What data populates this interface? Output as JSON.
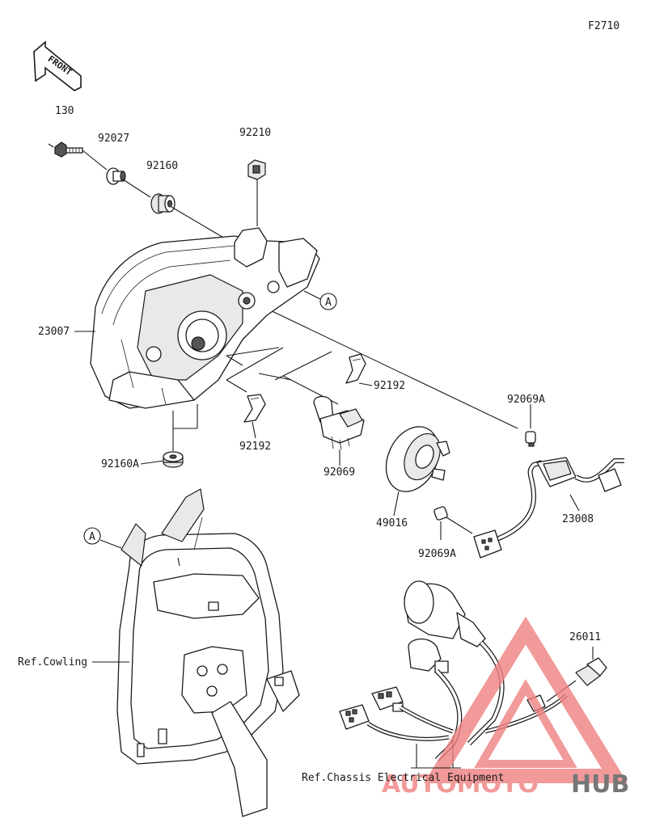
{
  "figure_code": "F2710",
  "front_badge": "FRONT",
  "callouts": [
    {
      "id": "p130",
      "text": "130"
    },
    {
      "id": "p92027",
      "text": "92027"
    },
    {
      "id": "p92160",
      "text": "92160"
    },
    {
      "id": "p92210",
      "text": "92210"
    },
    {
      "id": "p23007",
      "text": "23007"
    },
    {
      "id": "p92192a",
      "text": "92192"
    },
    {
      "id": "p92192b",
      "text": "92192"
    },
    {
      "id": "p92160A",
      "text": "92160A"
    },
    {
      "id": "p92069",
      "text": "92069"
    },
    {
      "id": "p49016",
      "text": "49016"
    },
    {
      "id": "p92069A1",
      "text": "92069A"
    },
    {
      "id": "p92069A2",
      "text": "92069A"
    },
    {
      "id": "p23008",
      "text": "23008"
    },
    {
      "id": "p26011",
      "text": "26011"
    },
    {
      "id": "refA1",
      "text": "A"
    },
    {
      "id": "refA2",
      "text": "A"
    },
    {
      "id": "refCowling",
      "text": "Ref.Cowling"
    },
    {
      "id": "refChassis",
      "text": "Ref.Chassis Electrical Equipment"
    }
  ],
  "watermark": {
    "part1": "AUTOMOTO",
    "part2": "HUB",
    "color1": "#f08080",
    "color2": "#555555"
  }
}
